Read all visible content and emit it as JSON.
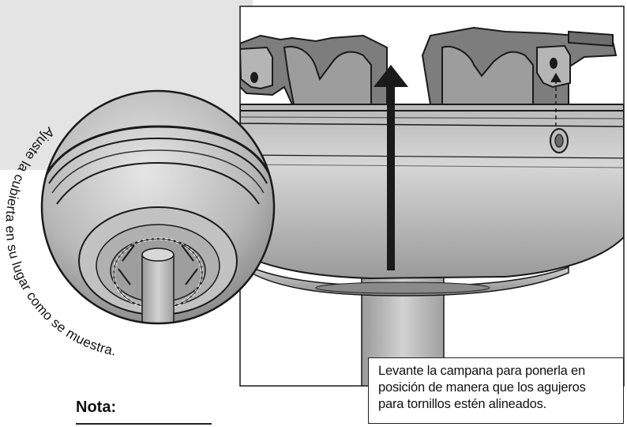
{
  "callout_text": "Ajuste la cubierta en su lugar como se muestra.",
  "caption": {
    "line1": "Levante la campana para ponerla en",
    "line2": "posición de manera que los agujeros",
    "line3": "para tornillos estén alineados."
  },
  "note_label": "Nota:",
  "colors": {
    "panel_bg": "#e4e4e4",
    "canopy_light": "#c8c8c8",
    "canopy_dark": "#8a8a8a",
    "line": "#1a1a1a"
  }
}
